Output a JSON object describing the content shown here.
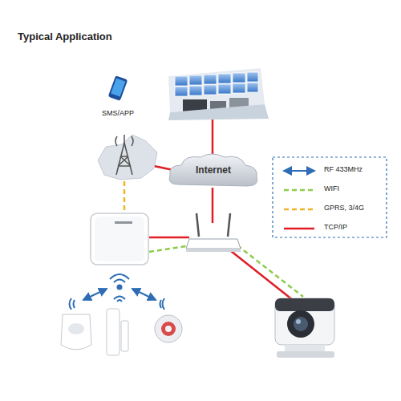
{
  "diagram": {
    "title": "Typical Application",
    "nodes": [
      {
        "text": [
          "SMS/APP"
        ]
      },
      {
        "text": [
          "Internet"
        ]
      }
    ],
    "legend": [
      {
        "text": "RF 433MHz"
      },
      {
        "text": "WIFI"
      },
      {
        "text": "GPRS, 3/4G"
      },
      {
        "text": "TCP/IP"
      }
    ]
  }
}
